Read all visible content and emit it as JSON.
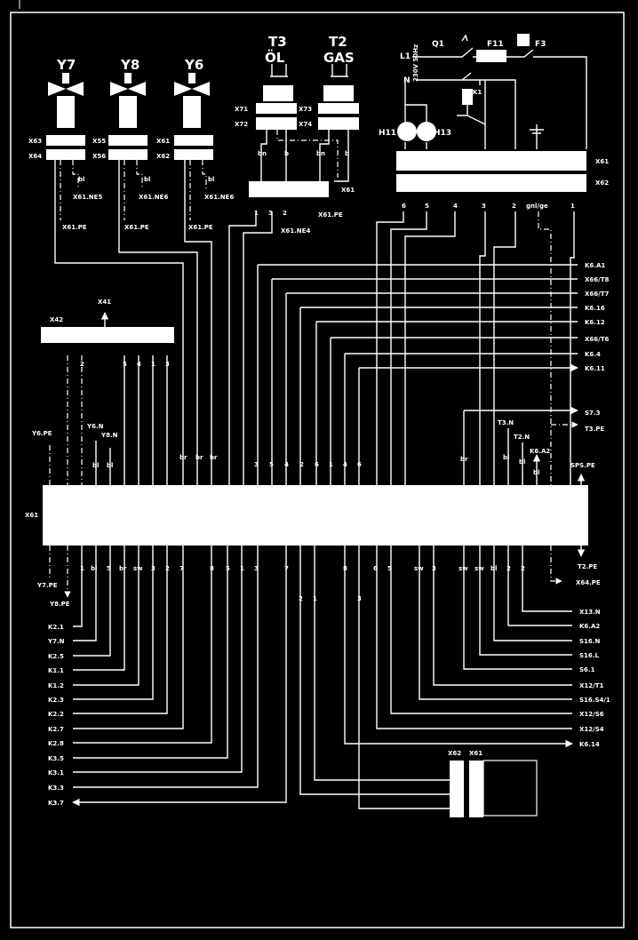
{
  "valves": [
    {
      "name": "Y7",
      "top_conn": "X63",
      "bot_conn": "X64",
      "wire": "bl",
      "ref": "X61.NE5",
      "pe": "X61.PE"
    },
    {
      "name": "Y8",
      "top_conn": "X55",
      "bot_conn": "X56",
      "wire": "bl",
      "ref": "X61.NE6",
      "pe": "X61.PE"
    },
    {
      "name": "Y6",
      "top_conn": "X61",
      "bot_conn": "X62",
      "wire": "bl",
      "ref": "X61.NE6",
      "pe": "X61.PE"
    }
  ],
  "sensors": [
    {
      "name": "T3",
      "sub": "ÖL",
      "top_conn": "X71",
      "bot_conn": "X72"
    },
    {
      "name": "T2",
      "sub": "GAS",
      "top_conn": "X73",
      "bot_conn": "X74"
    }
  ],
  "sensor_block": {
    "label": "X61",
    "wire_labels": [
      "bn",
      "b",
      "bn",
      "b"
    ],
    "pins": [
      "1",
      "3",
      "2"
    ],
    "ref1": "X61.NE4",
    "ref2": "X61.PE"
  },
  "power": {
    "labels": {
      "q1": "Q1",
      "f11": "F11",
      "f3": "F3",
      "l1": "L1",
      "n": "N",
      "h11": "H11",
      "h13": "H13",
      "k1": "K1",
      "vac": "230V 50Hz"
    },
    "conn_top": "X61",
    "conn_bot": "X62",
    "pins": [
      "6",
      "5",
      "4",
      "3",
      "2",
      "gnl/ge",
      "1"
    ]
  },
  "x42": {
    "label": "X42",
    "x41": "X41",
    "pins": [
      "2",
      "5",
      "4",
      "1",
      "3"
    ]
  },
  "right_refs": [
    "K6.A1",
    "X66/T8",
    "X66/T7",
    "K6.16",
    "K6.12",
    "X66/T6",
    "K6.4",
    "K6.11"
  ],
  "right_refs2": [
    "S7.3",
    "T3.PE"
  ],
  "upper_labels": {
    "y6pe": "Y6.PE",
    "y6n": "Y6.N",
    "y8n": "Y8.N",
    "bl1": "bl",
    "bl2": "bl",
    "br1": "br",
    "br2": "br",
    "br3": "br",
    "pins_mid": [
      "3",
      "5",
      "4",
      "2",
      "6",
      "1",
      "4",
      "6"
    ],
    "br4": "br",
    "t3n": "T3.N",
    "t2n": "T2.N",
    "k6a2": "K6.A2",
    "bl3": "bl",
    "bl4": "bl",
    "bl5": "bl",
    "spspe": "SPS.PE"
  },
  "main": {
    "label": "X61"
  },
  "lower_labels": {
    "y7pe": "Y7.PE",
    "y8pe": "Y8.PE",
    "pins_left": [
      "1",
      "bl",
      "5",
      "br",
      "sw",
      "3",
      "2",
      "7"
    ],
    "pins_mid": [
      "8",
      "5",
      "1",
      "3",
      "7"
    ],
    "pins_mid2": [
      "2",
      "1",
      "8",
      "3",
      "6",
      "5"
    ],
    "pins_right": [
      "sw",
      "3",
      "sw",
      "sw",
      "bl",
      "2",
      "2"
    ],
    "t2pe": "T2.PE",
    "x64pe": "X64.PE"
  },
  "left_refs": [
    "K2.1",
    "Y7.N",
    "K2.5",
    "K1.1",
    "K1.2",
    "K2.3",
    "K2.2",
    "K2.7",
    "K2.8",
    "K3.5",
    "K3.1",
    "K3.3",
    "K3.7"
  ],
  "right_refs3": [
    "X13.N",
    "K6.A2",
    "S16.N",
    "S16.L",
    "S6.1",
    "X12/T1",
    "S16.S4/1",
    "X12/S6",
    "X12/S4",
    "K6.14"
  ],
  "bottom_conn": {
    "left": "X62",
    "right": "X61"
  }
}
